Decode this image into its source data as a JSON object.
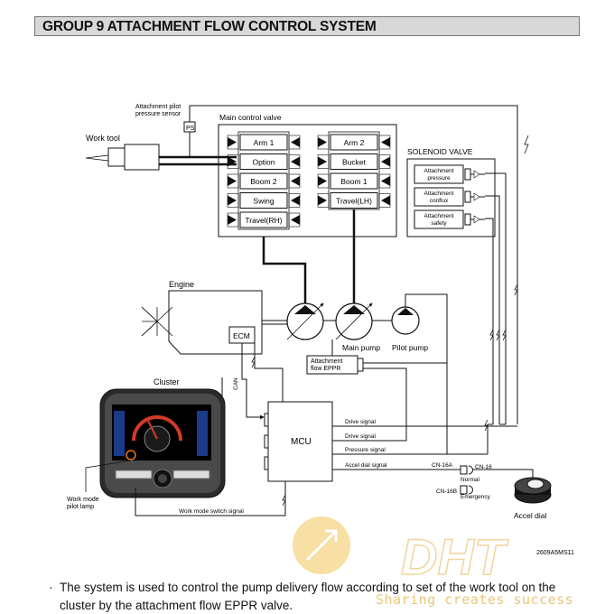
{
  "header": {
    "title": "GROUP  9  ATTACHMENT FLOW CONTROL SYSTEM"
  },
  "labels": {
    "attachment_pilot_sensor_1": "Attachment pilot",
    "attachment_pilot_sensor_2": "pressure sensor",
    "ps": "PS",
    "main_control_valve": "Main control valve",
    "work_tool": "Work tool",
    "solenoid_valve": "SOLENOID VALVE",
    "engine": "Engine",
    "ecm": "ECM",
    "main_pump": "Main pump",
    "pilot_pump": "Pilot pump",
    "eppr_1": "Attachment",
    "eppr_2": "flow EPPR",
    "cluster": "Cluster",
    "can": "CAN",
    "mcu": "MCU",
    "drive_signal_1": "Drive signal",
    "drive_signal_2": "Drive signal",
    "pressure_signal": "Pressure signal",
    "accel_dial_signal": "Accel dial signal",
    "cn16a": "CN-16A",
    "cn16": "CN-16",
    "cn16b": "CN-16B",
    "normal": "Normal",
    "emergency": "Emergency",
    "accel_dial": "Accel dial",
    "work_mode_lamp_1": "Work mode",
    "work_mode_lamp_2": "pilot lamp",
    "work_mode_switch_signal": "Work mode switch signal",
    "figure_code": "2609A5MS11"
  },
  "valve_spools_left": [
    "Arm 1",
    "Option",
    "Boom 2",
    "Swing",
    "Travel(RH)"
  ],
  "valve_spools_right": [
    "Arm 2",
    "Bucket",
    "Boom 1",
    "Travel(LH)"
  ],
  "solenoids": [
    {
      "line1": "Attachment",
      "line2": "pressure"
    },
    {
      "line1": "Attachment",
      "line2": "conflux"
    },
    {
      "line1": "Attachment",
      "line2": "safety"
    }
  ],
  "caption": {
    "bullet": "·",
    "line1": "The system is used to control the pump delivery flow according to set of the work tool on the",
    "line2": "cluster by the attachment flow EPPR valve."
  },
  "watermark": {
    "logo": "DHT",
    "tagline": "Sharing creates success"
  },
  "colors": {
    "header_bg": "#d8d8d8",
    "watermark": "#e5b24f",
    "cluster_screen": "#d23a2a"
  }
}
